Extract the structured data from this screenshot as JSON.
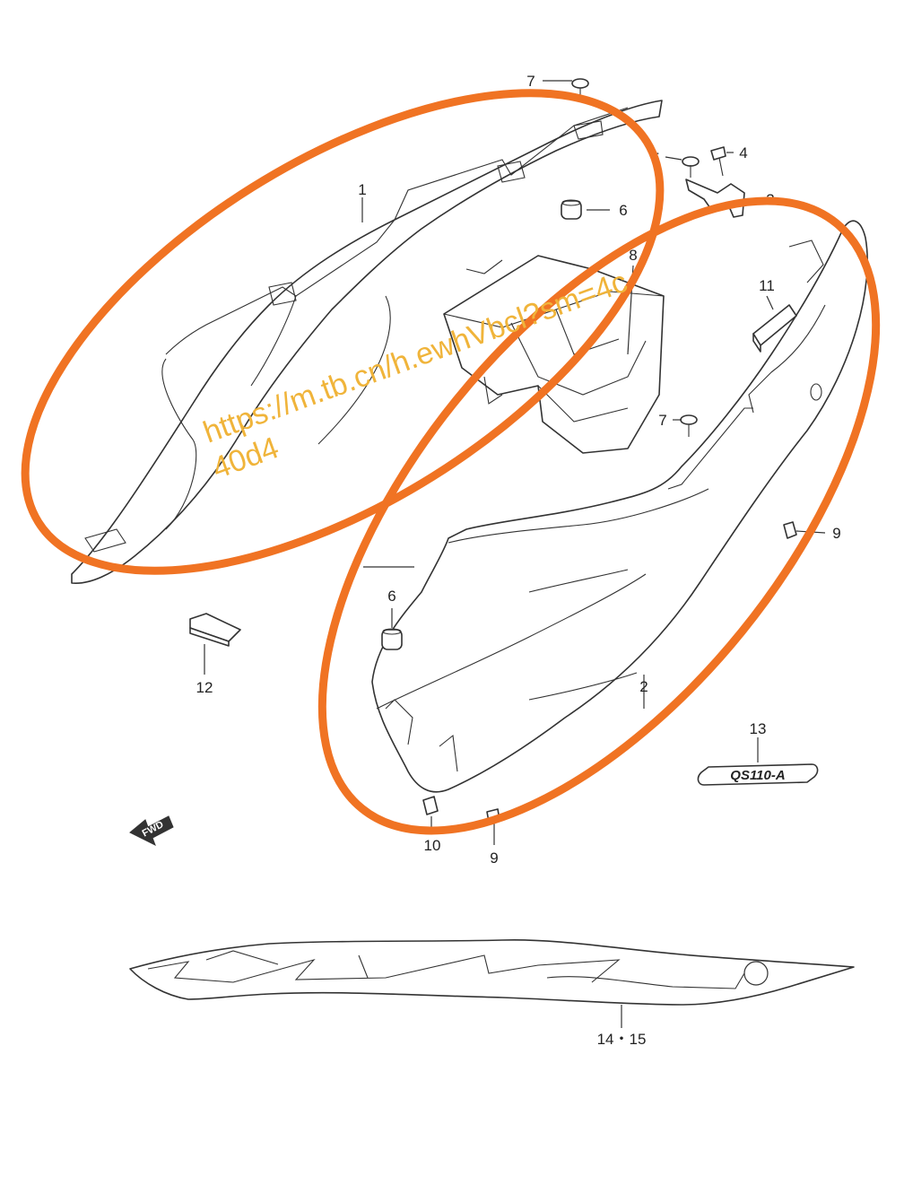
{
  "labels": {
    "p1": "1",
    "p2": "2",
    "p3": "3",
    "p4": "4",
    "p5": "5",
    "p6a": "6",
    "p6b": "6",
    "p7a": "7",
    "p7b": "7",
    "p8": "8",
    "p9a": "9",
    "p9b": "9",
    "p10": "10",
    "p11": "11",
    "p12": "12",
    "p13": "13",
    "p1415": "14・15"
  },
  "badge": "QS110-A",
  "fwd": "FWD",
  "watermark": {
    "line1": "https://m.tb.cn/h.ewhVbcl?sm=4c",
    "line2": "40d4"
  },
  "colors": {
    "highlight": "#f07323",
    "watermark": "#f0b43a",
    "ink": "#333333"
  }
}
